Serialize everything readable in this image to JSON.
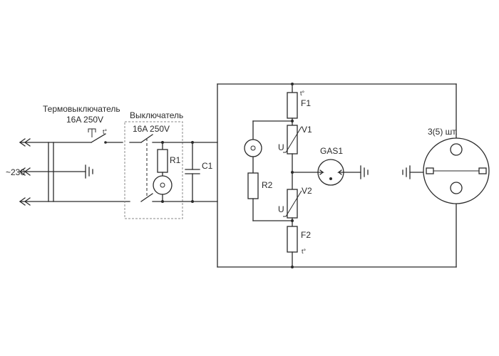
{
  "labels": {
    "thermal_switch_title": "Термовыключатель",
    "thermal_switch_rating": "16A 250V",
    "thermal_switch_temp": "t°",
    "switch_title": "Выключатель",
    "switch_rating": "16A 250V",
    "mains_voltage": "~230",
    "r1": "R1",
    "c1": "C1",
    "r2": "R2",
    "v1": "V1",
    "v2": "V2",
    "v1_u": "U",
    "v2_u": "U",
    "f1": "F1",
    "f1_temp": "t°",
    "f2": "F2",
    "f2_temp": "t°",
    "gas1": "GAS1",
    "socket_count": "3(5) шт."
  },
  "colors": {
    "line": "#2a2a2a",
    "dashed_box": "#888888"
  }
}
